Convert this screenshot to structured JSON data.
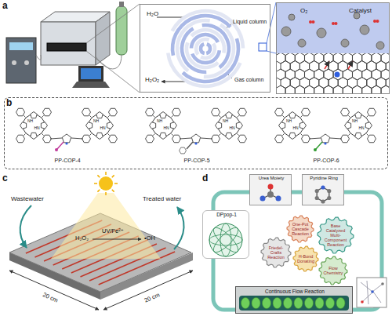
{
  "diagram": {
    "nodes": [
      {
        "text": [
          "H₂O",
          "Liquid column",
          "Gas column",
          "H₂O₂"
        ]
      },
      {
        "text": [
          "O₂",
          "Catalyst"
        ]
      },
      {
        "text": [
          "PP-COP-4",
          "PP-COP-5",
          "PP-COP-6"
        ]
      },
      {
        "text": [
          "Urea Moiety"
        ]
      },
      {
        "text": [
          "Pyridine Ring"
        ]
      },
      {
        "text": [
          "DPpop-1"
        ]
      },
      {
        "text": [
          "One-Pot Cascade Reaction"
        ]
      },
      {
        "text": [
          "Base Catalyzed Multi-Component Reaction"
        ]
      },
      {
        "text": [
          "Friedel-Crafts Reaction"
        ]
      },
      {
        "text": [
          "H-Bond Donating"
        ]
      },
      {
        "text": [
          "Flow Chemistry"
        ]
      },
      {
        "text": [
          "Continuous Flow Reaction"
        ]
      }
    ],
    "labels": [
      "a",
      "b",
      "NH",
      "HN",
      "NH",
      "HN",
      "NH",
      "HN",
      "NH",
      "HN",
      "NH",
      "HN",
      "NH",
      "HN",
      "c",
      "Wastewater",
      "Treated water",
      "UV/Fe²⁺",
      "H₂O₂",
      "•OH",
      "20 cm",
      "20 cm",
      "d"
    ]
  }
}
